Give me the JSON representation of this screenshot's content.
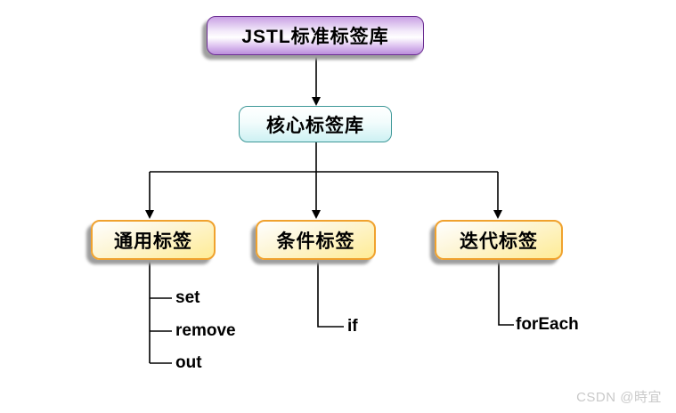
{
  "diagram": {
    "root": {
      "label": "JSTL标准标签库"
    },
    "core": {
      "label": "核心标签库"
    },
    "branches": [
      {
        "label": "通用标签",
        "children": [
          "set",
          "remove",
          "out"
        ]
      },
      {
        "label": "条件标签",
        "children": [
          "if"
        ]
      },
      {
        "label": "迭代标签",
        "children": [
          "forEach"
        ]
      }
    ],
    "watermark": "CSDN @時宜"
  },
  "colors": {
    "root-border": "#6a2c91",
    "root-grad-top": "#c9a0e4",
    "root-grad-bottom": "#ba8edb",
    "core-border": "#3e9898",
    "core-grad-bottom": "#cdf1f3",
    "branch-border": "#f0a22e",
    "branch-grad-bottom": "#ffec96",
    "line": "#000000",
    "shadow": "#9e9e9e",
    "watermark": "#c9c9c9",
    "text": "#000000"
  }
}
